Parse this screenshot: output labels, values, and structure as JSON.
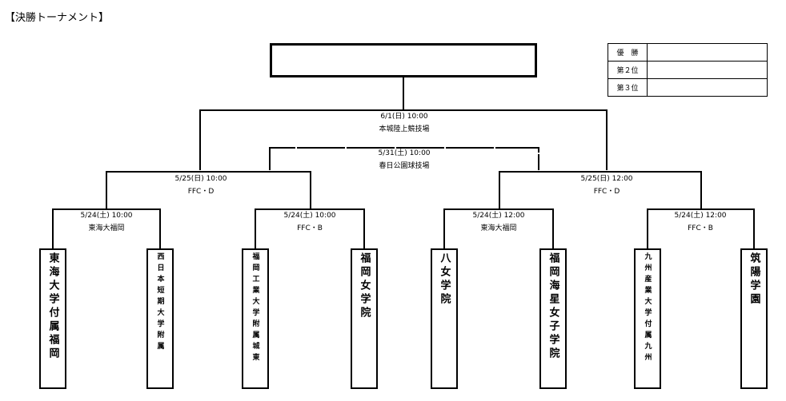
{
  "title": "【決勝トーナメント】",
  "results": [
    {
      "label": "優　勝",
      "value": ""
    },
    {
      "label": "第２位",
      "value": ""
    },
    {
      "label": "第３位",
      "value": ""
    }
  ],
  "champion_box": "",
  "matches": {
    "final": {
      "date": "6/1(日) 10:00",
      "venue": "本城陸上競技場"
    },
    "third_place": {
      "date": "5/31(土) 10:00",
      "venue": "春日公園球技場"
    },
    "semi_left": {
      "date": "5/25(日) 10:00",
      "venue": "FFC・D"
    },
    "semi_right": {
      "date": "5/25(日) 12:00",
      "venue": "FFC・D"
    },
    "qf1": {
      "date": "5/24(土) 10:00",
      "venue": "東海大福岡"
    },
    "qf2": {
      "date": "5/24(土) 10:00",
      "venue": "FFC・B"
    },
    "qf3": {
      "date": "5/24(土) 12:00",
      "venue": "東海大福岡"
    },
    "qf4": {
      "date": "5/24(土) 12:00",
      "venue": "FFC・B"
    }
  },
  "teams": [
    "東海大学付属福岡",
    "西日本短期大学附属",
    "福岡工業大学附属城東",
    "福岡女学院",
    "八女学院",
    "福岡海星女子学院",
    "九州産業大学付属九州",
    "筑陽学園"
  ]
}
